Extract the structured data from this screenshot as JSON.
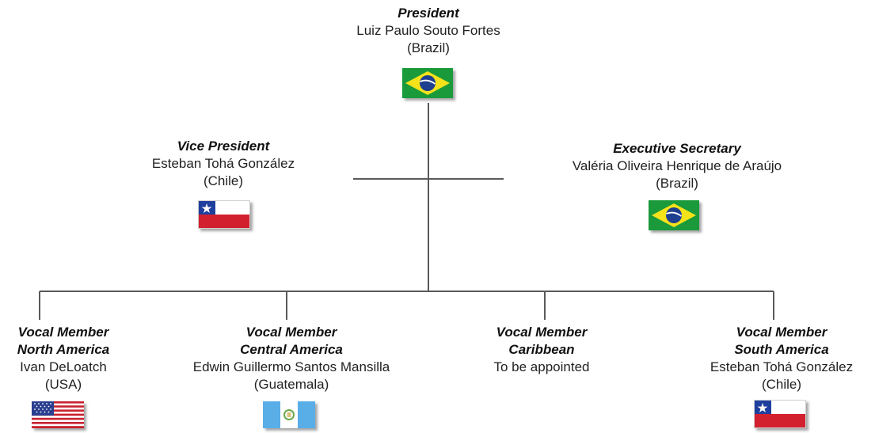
{
  "president": {
    "role": "President",
    "name": "Luiz Paulo Souto Fortes",
    "country": "(Brazil)",
    "flag": "brazil-flag"
  },
  "vice_president": {
    "role": "Vice President",
    "name": "Esteban Tohá González",
    "country": "(Chile)",
    "flag": "chile-flag"
  },
  "executive_secretary": {
    "role": "Executive Secretary",
    "name": "Valéria Oliveira Henrique de Araújo",
    "country": "(Brazil)",
    "flag": "brazil-flag"
  },
  "vocal_members": [
    {
      "role": "Vocal Member",
      "region": "North America",
      "name": "Ivan DeLoatch",
      "country": "(USA)",
      "flag": "usa-flag"
    },
    {
      "role": "Vocal Member",
      "region": "Central America",
      "name": "Edwin Guillermo Santos Mansilla",
      "country": "(Guatemala)",
      "flag": "guatemala-flag"
    },
    {
      "role": "Vocal Member",
      "region": "Caribbean",
      "name": "To be appointed",
      "country": "",
      "flag": ""
    },
    {
      "role": "Vocal Member",
      "region": "South America",
      "name": "Esteban Tohá González",
      "country": "(Chile)",
      "flag": "chile-flag"
    }
  ],
  "colors": {
    "connector": "#5a5a5a",
    "brazil_green": "#1a9a3a",
    "brazil_yellow": "#f5e21a",
    "brazil_blue": "#1f3f8f",
    "chile_red": "#d3202f",
    "chile_blue": "#1f3f9f",
    "usa_red": "#c8202f",
    "usa_blue": "#2a3f8f",
    "guatemala_blue": "#5aaee8"
  }
}
